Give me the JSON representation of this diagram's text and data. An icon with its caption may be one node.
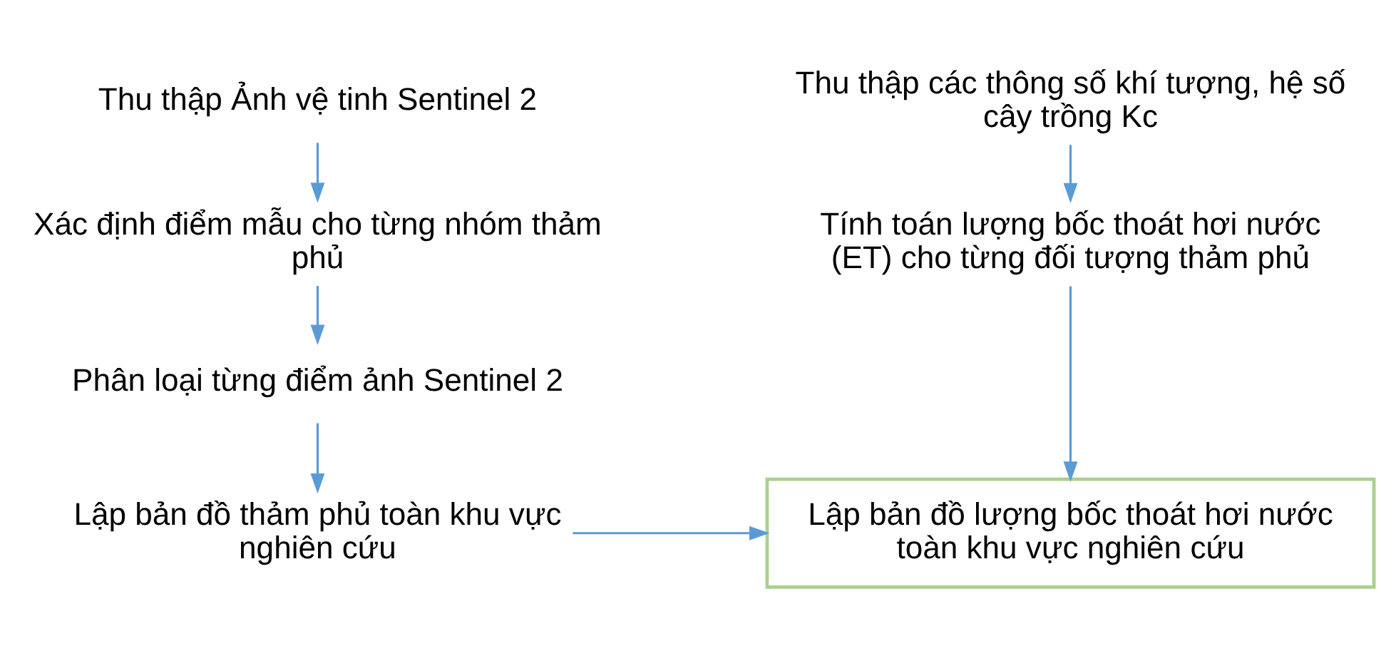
{
  "diagram": {
    "nodes": [
      {
        "text": [
          "Thu thập Ảnh vệ tinh Sentinel 2"
        ]
      },
      {
        "text": [
          "Xác định điểm mẫu cho từng nhóm thảm phủ"
        ]
      },
      {
        "text": [
          "Phân loại từng điểm ảnh Sentinel 2"
        ]
      },
      {
        "text": [
          "Lập bản đồ thảm phủ toàn khu vực nghiên cứu"
        ]
      },
      {
        "text": [
          "Thu thập các thông số khí tượng, hệ số cây trồng Kc"
        ]
      },
      {
        "text": [
          "Tính toán lượng bốc thoát hơi nước (ET) cho từng đối tượng thảm phủ"
        ]
      },
      {
        "text": [
          "Lập bản đồ lượng bốc thoát hơi nước toàn khu vực nghiên cứu"
        ]
      }
    ],
    "edges": [
      {
        "from": 0,
        "to": 1,
        "arrow": "to"
      },
      {
        "from": 1,
        "to": 2,
        "arrow": "to"
      },
      {
        "from": 2,
        "to": 3,
        "arrow": "to"
      },
      {
        "from": 4,
        "to": 5,
        "arrow": "to"
      },
      {
        "from": 5,
        "to": 6,
        "arrow": "to"
      },
      {
        "from": 3,
        "to": 6,
        "arrow": "to"
      }
    ]
  }
}
